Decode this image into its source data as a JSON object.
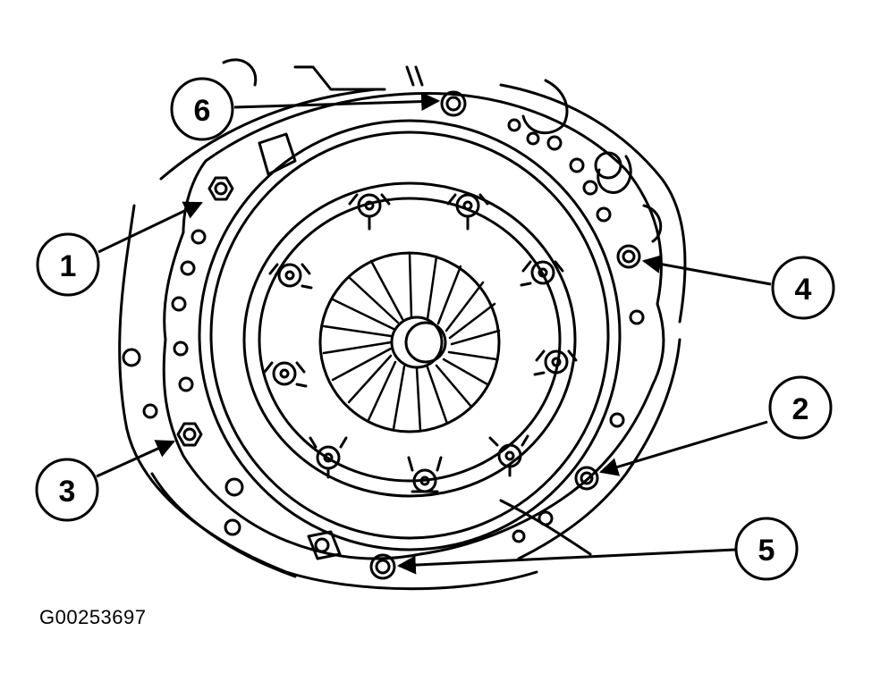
{
  "figure_id": "G00253697",
  "callouts": [
    {
      "label": "1"
    },
    {
      "label": "2"
    },
    {
      "label": "3"
    },
    {
      "label": "4"
    },
    {
      "label": "5"
    },
    {
      "label": "6"
    }
  ],
  "colors": {
    "ink": "#000000",
    "background": "#ffffff"
  }
}
